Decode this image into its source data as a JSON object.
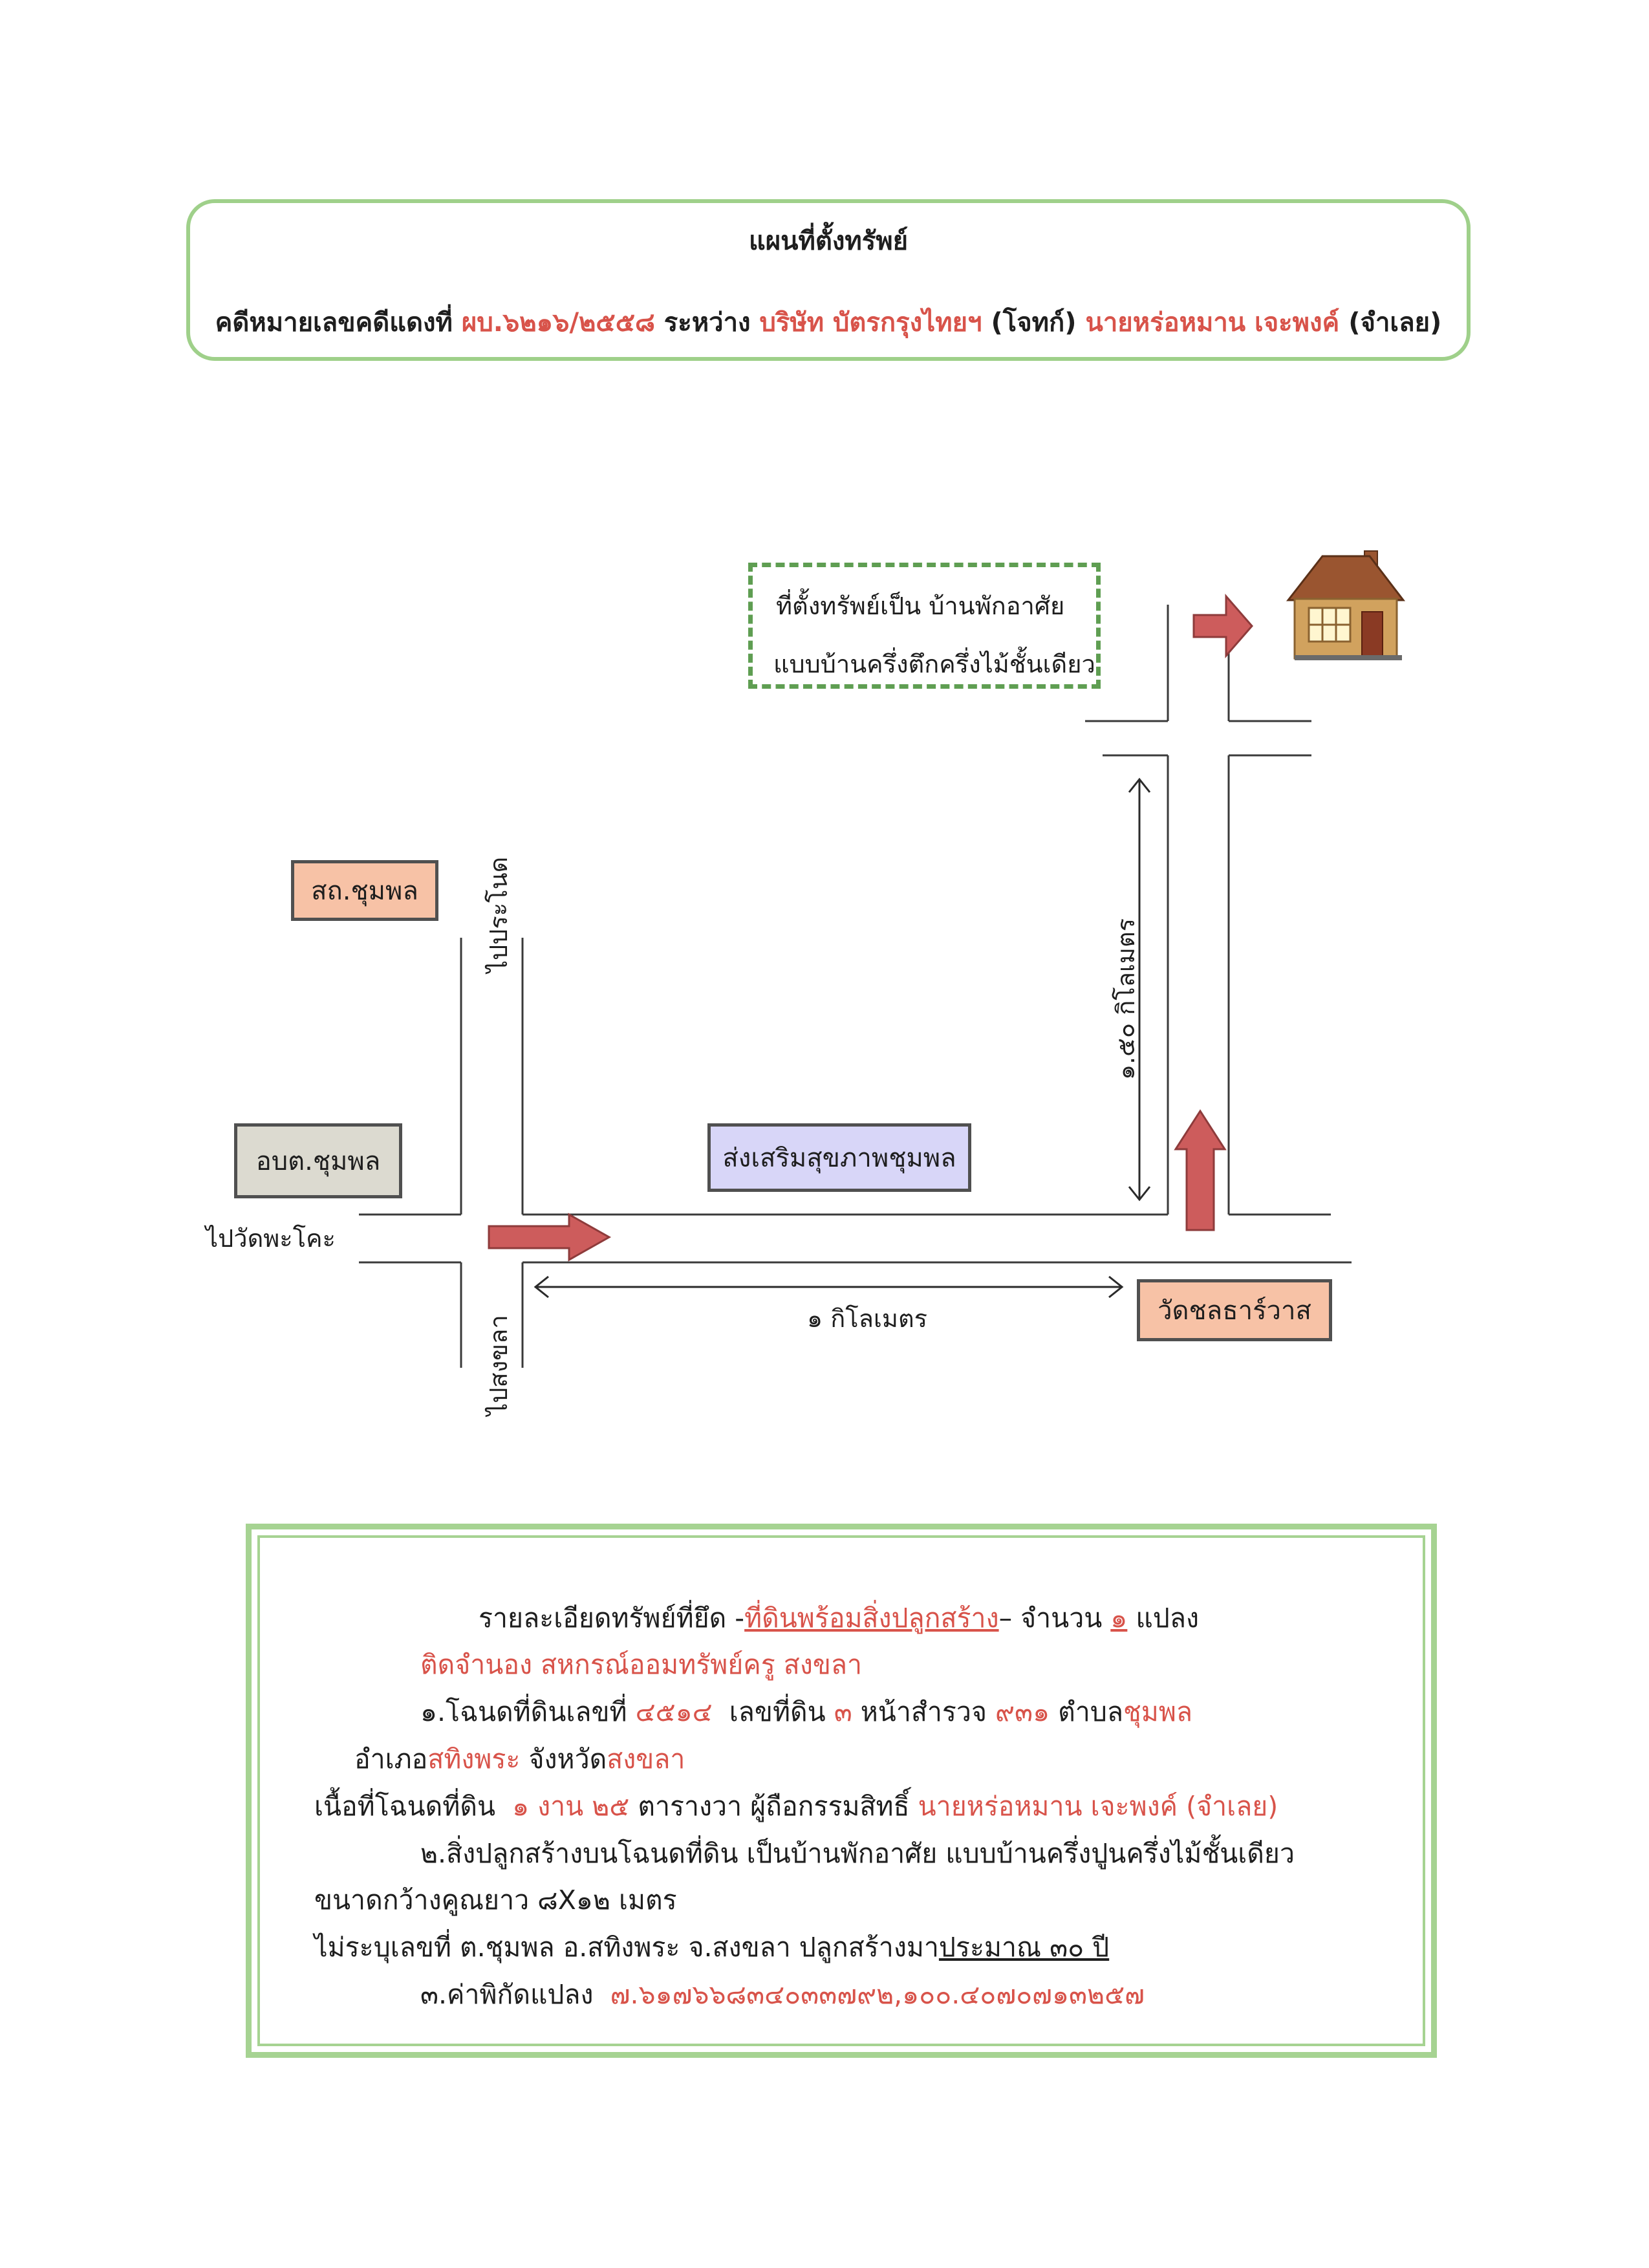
{
  "header": {
    "title": "แผนที่ตั้งทรัพย์",
    "case_prefix": "คดีหมายเลขคดีแดงที่",
    "case_number": "ผบ.๖๒๑๖/๒๕๕๘",
    "between": "ระหว่าง",
    "plaintiff": "บริษัท บัตรกรุงไทยฯ",
    "plaintiff_role": "(โจทก์)",
    "defendant": "นายหร่อหมาน เจะพงค์",
    "defendant_role": "(จำเลย)"
  },
  "map": {
    "note_line1": "ที่ตั้งทรัพย์เป็น  บ้านพักอาศัย",
    "note_line2": "แบบบ้านครึ่งตึกครึ่งไม้ชั้นเดียว",
    "police_station": "สถ.ชุมพล",
    "sao": "อบต.ชุมพล",
    "health_center": "ส่งเสริมสุขภาพชุมพล",
    "temple": "วัดชลธาร์วาส",
    "to_pranot": "ไปประโนด",
    "to_wat_phakho": "ไปวัดพะโคะ",
    "to_songkhla": "ไปสงขลา",
    "distance_vertical": "๑.๕๐ กิโลเมตร",
    "distance_horizontal": "๑ กิโลเมตร"
  },
  "details": {
    "line1_prefix": "รายละเอียดทรัพย์ที่ยึด -",
    "line1_type": "ที่ดินพร้อมสิ่งปลูกสร้าง",
    "line1_suffix": "– จำนวน",
    "line1_count": "๑",
    "line1_unit": "แปลง",
    "mortgage": "ติดจำนอง สหกรณ์ออมทรัพย์ครู สงขลา",
    "deed_prefix": "๑.โฉนดที่ดินเลขที่",
    "deed_no": "๔๕๑๔",
    "land_no_label": "เลขที่ดิน",
    "land_no": "๓",
    "survey_label": "หน้าสำรวจ",
    "survey_no": "๙๓๑",
    "subdistrict_label": "ตำบล",
    "subdistrict": "ชุมพล",
    "district_label": "อำเภอ",
    "district": "สทิงพระ",
    "province_label": "จังหวัด",
    "province": "สงขลา",
    "area_label": "เนื้อที่โฉนดที่ดิน",
    "area": "๑ งาน ๒๕",
    "area_unit": "ตารางวา",
    "owner_label": "ผู้ถือกรรมสิทธิ์",
    "owner": "นายหร่อหมาน เจะพงค์ (จำเลย)",
    "building_line1": "๒.สิ่งปลูกสร้างบนโฉนดที่ดิน  เป็นบ้านพักอาศัย แบบบ้านครึ่งปูนครึ่งไม้ชั้นเดียว",
    "building_line2": "ขนาดกว้างคูณยาว ๘X๑๒ เมตร",
    "address_line": "ไม่ระบุเลขที่  ต.ชุมพล อ.สทิงพระ จ.สงขลา     ปลูกสร้างมา",
    "built_age": "ประมาณ ๓๐ ปี",
    "coord_label": "๓.ค่าพิกัดแปลง",
    "coord_value": "๗.๖๑๗๖๖๘๓๔๐๓๓๗๙๒,๑๐๐.๔๐๗๐๗๑๓๒๕๗"
  }
}
